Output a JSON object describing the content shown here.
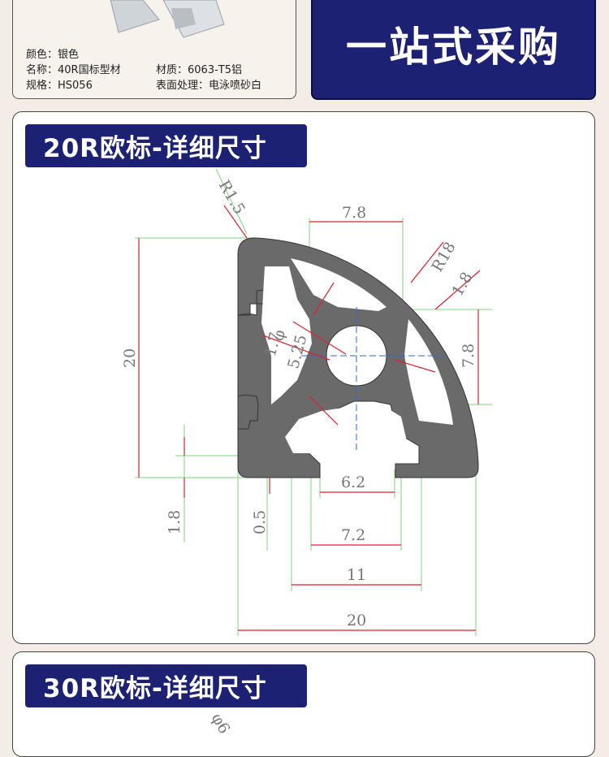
{
  "top_card": {
    "specs": [
      {
        "left": "颜色：银色",
        "right": ""
      },
      {
        "left": "名称：40R国标型材",
        "right": "材质：6063-T5铝"
      },
      {
        "left": "规格：HS056",
        "right": "表面处理：电泳喷砂白"
      }
    ]
  },
  "banner": {
    "text": "一站式采购"
  },
  "panel1": {
    "title": "20R欧标-详细尺寸",
    "dims": {
      "r15": "R1.5",
      "top_78": "7.8",
      "r18": "R18",
      "d18": "1.8",
      "right_78": "7.8",
      "height_20": "20",
      "phi": "φ",
      "r25": "5.25",
      "d17": "1.7",
      "d62": "6.2",
      "d72": "7.2",
      "d11": "11",
      "width_20": "20",
      "left_18": "1.8",
      "d05": "0.5"
    }
  },
  "panel2": {
    "title": "30R欧标-详细尺寸",
    "fragment": "φ6"
  },
  "colors": {
    "navy": "#1d2173",
    "profile": "#6a6a6a",
    "dim_line": "#e02030",
    "guide": "#7ed67e"
  }
}
